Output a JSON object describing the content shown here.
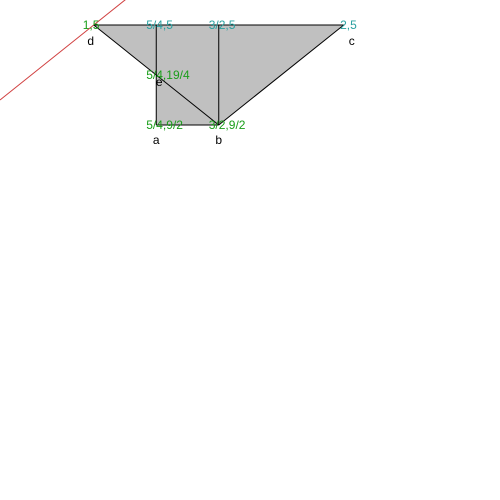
{
  "colors": {
    "fill": "#c0c0c0",
    "edge": "#000000",
    "line": "#d04040",
    "coord_green": "#1a9e1a",
    "coord_teal": "#2aa0a0",
    "point_text": "#000000"
  },
  "diagram": {
    "x_range": [
      0.625,
      2.625
    ],
    "y_range": [
      2.625,
      5.125
    ],
    "points": {
      "d": {
        "x": 1,
        "y": 5,
        "coord_label": "1,5",
        "point_label": "d",
        "label_color": "green"
      },
      "t1": {
        "x": 1.25,
        "y": 5,
        "coord_label": "5/4,5",
        "point_label": "",
        "label_color": "teal"
      },
      "t2": {
        "x": 1.5,
        "y": 5,
        "coord_label": "3/2,5",
        "point_label": "",
        "label_color": "teal"
      },
      "c": {
        "x": 2,
        "y": 5,
        "coord_label": "2,5",
        "point_label": "c",
        "label_color": "teal"
      },
      "e": {
        "x": 1.25,
        "y": 4.75,
        "coord_label": "5/4,19/4",
        "point_label": "e",
        "label_color": "green"
      },
      "a": {
        "x": 1.25,
        "y": 4.5,
        "coord_label": "5/4,9/2",
        "point_label": "a",
        "label_color": "green"
      },
      "b": {
        "x": 1.5,
        "y": 4.5,
        "coord_label": "3/2,9/2",
        "point_label": "b",
        "label_color": "green"
      }
    },
    "polygon": [
      "d",
      "c",
      "b",
      "a",
      "e"
    ],
    "segments": [
      [
        "d",
        "c"
      ],
      [
        "c",
        "b"
      ],
      [
        "b",
        "a"
      ],
      [
        "a",
        "t1"
      ],
      [
        "b",
        "t2"
      ],
      [
        "d",
        "b"
      ]
    ],
    "line": {
      "slope": 1,
      "through": {
        "x": 1,
        "y": 5
      }
    }
  }
}
